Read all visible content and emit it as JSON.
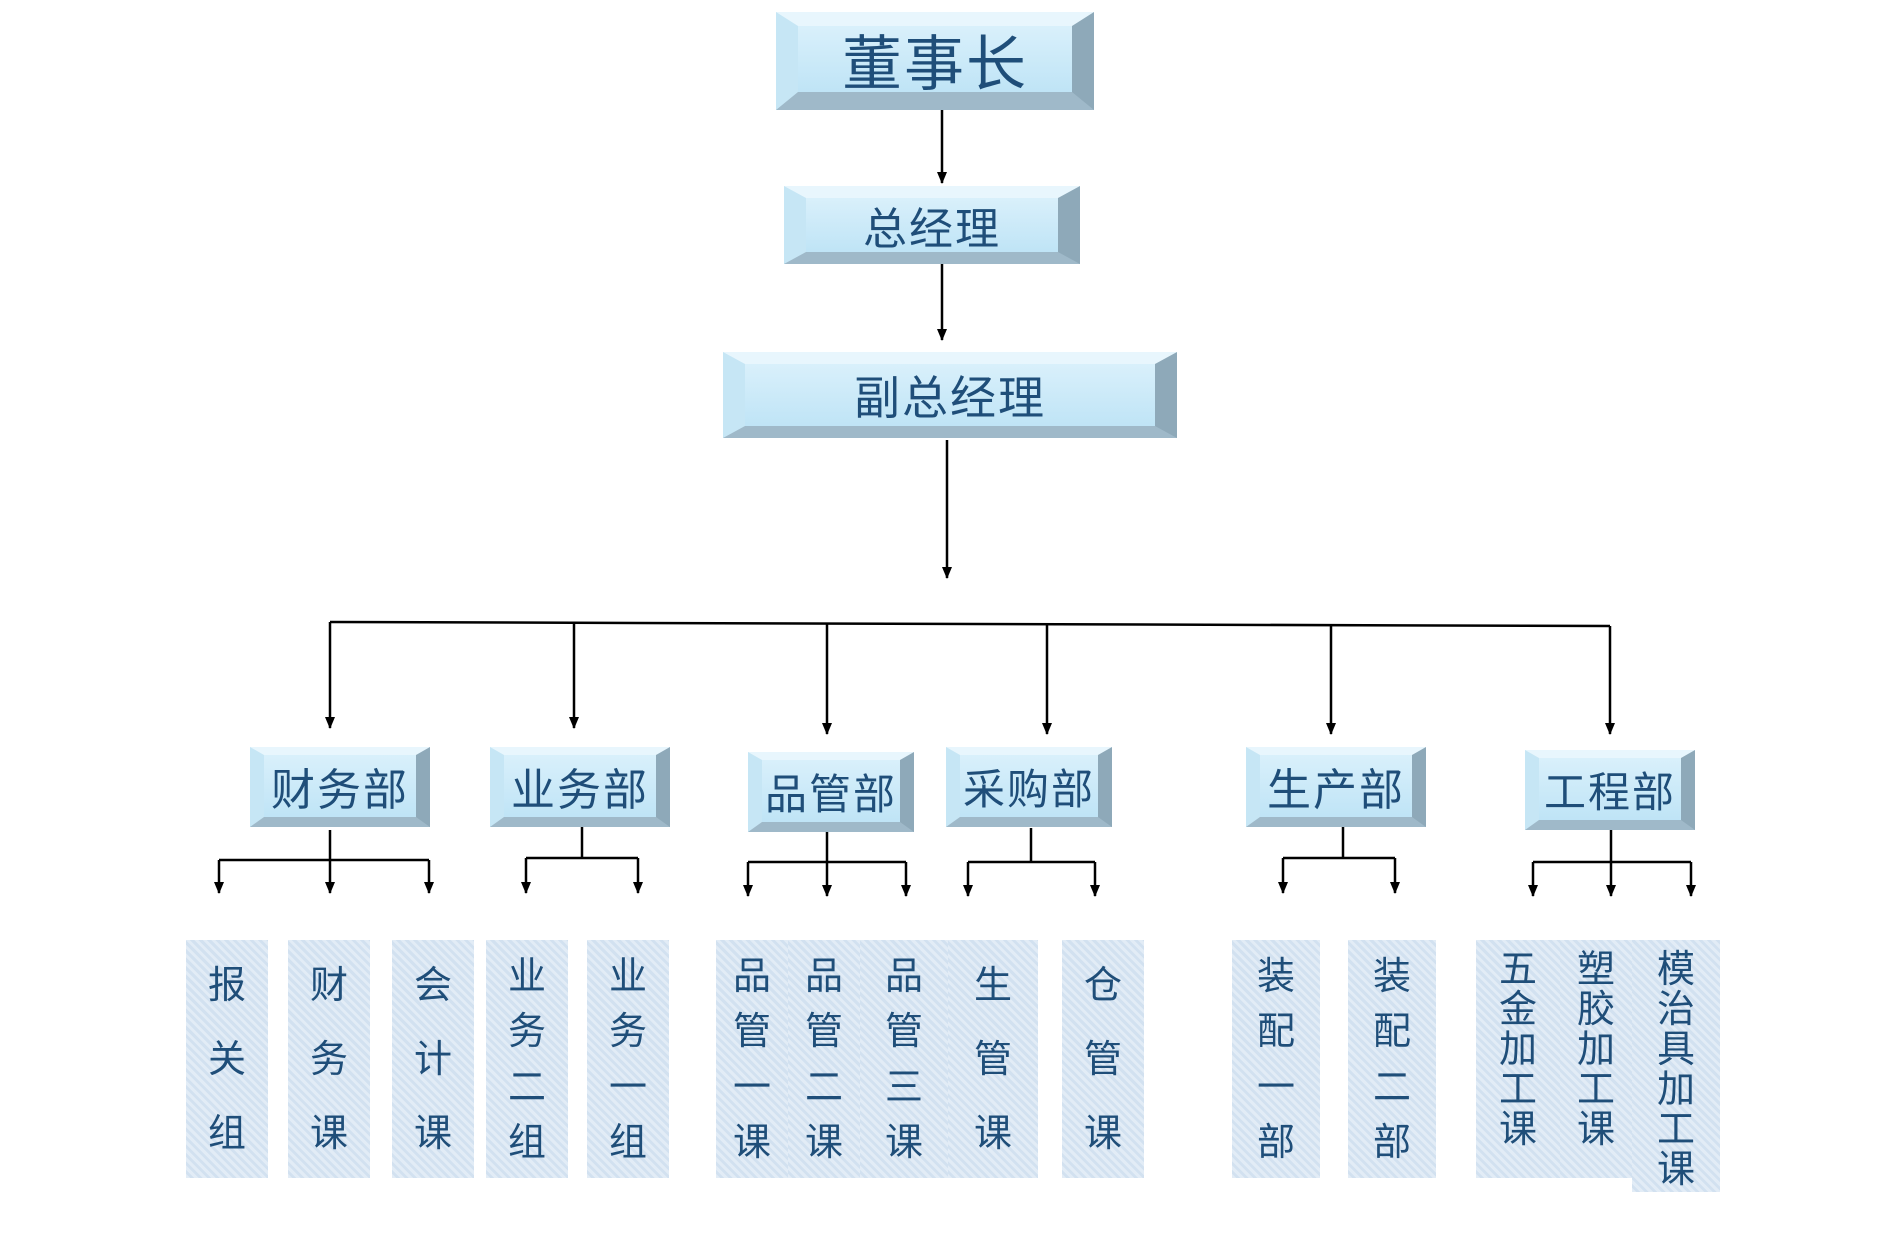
{
  "top": {
    "chairman": "董事长",
    "general_manager": "总经理",
    "deputy_general_manager": "副总经理"
  },
  "departments": [
    {
      "name": "财务部",
      "units": [
        "报关组",
        "财务课",
        "会计课"
      ]
    },
    {
      "name": "业务部",
      "units": [
        "业务二组",
        "业务一组"
      ]
    },
    {
      "name": "品管部",
      "units": [
        "品管一课",
        "品管二课",
        "品管三课"
      ]
    },
    {
      "name": "采购部",
      "units": [
        "生管课",
        "仓管课"
      ]
    },
    {
      "name": "生产部",
      "units": [
        "装配一部",
        "装配二部"
      ]
    },
    {
      "name": "工程部",
      "units": [
        "五金加工课",
        "塑胶加工课",
        "模治具加工课"
      ]
    }
  ],
  "colors": {
    "box_text": "#1f4e79",
    "line": "#000000",
    "box_fill": "#cfe9f7"
  }
}
